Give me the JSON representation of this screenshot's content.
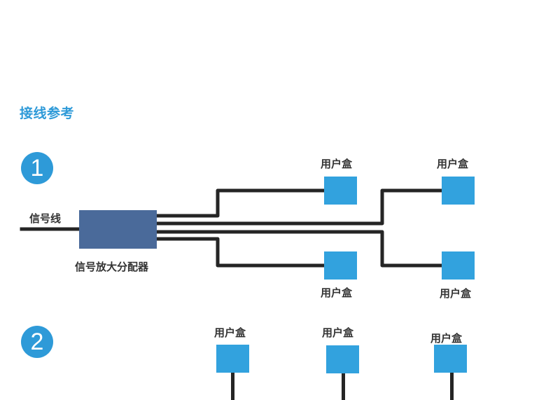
{
  "title": "接线参考",
  "colors": {
    "accent": "#2e9ad8",
    "user_box": "#32a2de",
    "splitter": "#4a6a9a",
    "wire": "#252525",
    "text": "#333333"
  },
  "section1": {
    "step_number": "1",
    "signal_line_label": "信号线",
    "splitter_label": "信号放大分配器",
    "user_boxes": [
      {
        "label": "用户盒",
        "position": "top-middle"
      },
      {
        "label": "用户盒",
        "position": "top-right"
      },
      {
        "label": "用户盒",
        "position": "bottom-middle"
      },
      {
        "label": "用户盒",
        "position": "bottom-right"
      }
    ]
  },
  "section2": {
    "step_number": "2",
    "user_boxes": [
      {
        "label": "用户盒"
      },
      {
        "label": "用户盒"
      },
      {
        "label": "用户盒"
      }
    ]
  }
}
